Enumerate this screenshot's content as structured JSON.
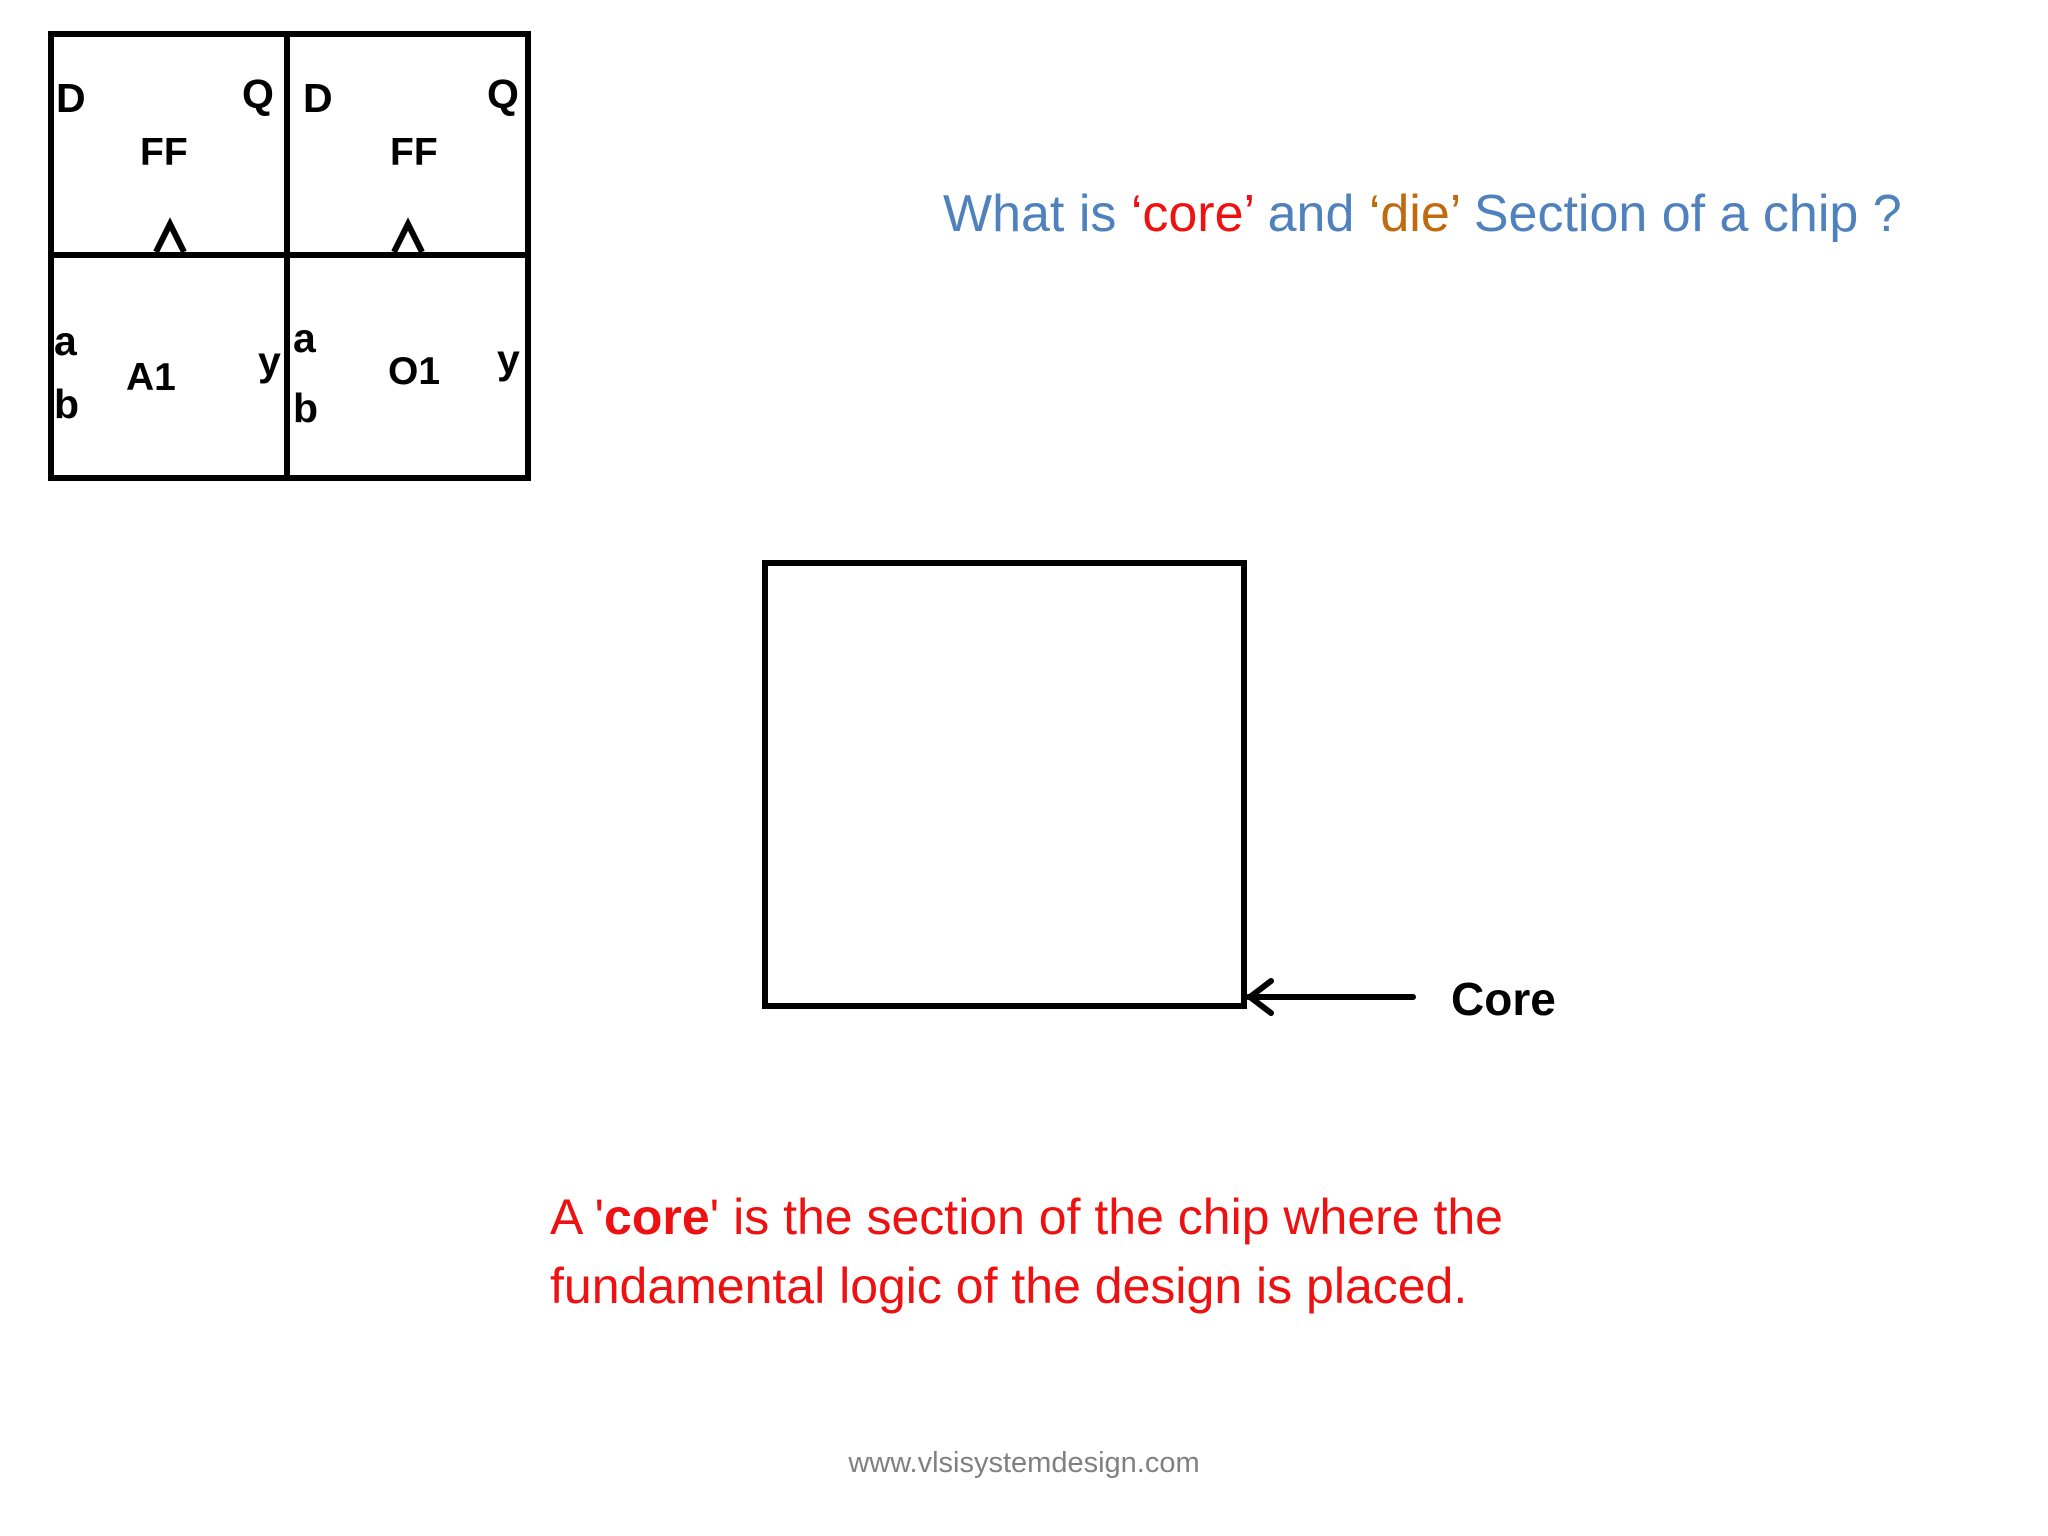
{
  "cells": {
    "ff1": {
      "name": "FF",
      "pin_d": "D",
      "pin_q": "Q"
    },
    "ff2": {
      "name": "FF",
      "pin_d": "D",
      "pin_q": "Q"
    },
    "and_gate": {
      "name": "A1",
      "in_a": "a",
      "in_b": "b",
      "out_y": "y"
    },
    "or_gate": {
      "name": "O1",
      "in_a": "a",
      "in_b": "b",
      "out_y": "y"
    }
  },
  "title": {
    "prefix": "What is ",
    "core_word": "‘core’",
    "middle": " and ",
    "die_word": "‘die’",
    "suffix": " Section of a chip ?"
  },
  "core_label": "Core",
  "definition": {
    "lead": "A '",
    "keyword": "core",
    "rest": "' is the section of the chip where the fundamental logic of the design is placed."
  },
  "footer": "www.vlsisystemdesign.com",
  "colors": {
    "title": "#4f81bd",
    "core_word": "#ee1111",
    "die_word": "#c06a10",
    "definition": "#ee1111",
    "footer": "#808080",
    "lines": "#000000"
  }
}
